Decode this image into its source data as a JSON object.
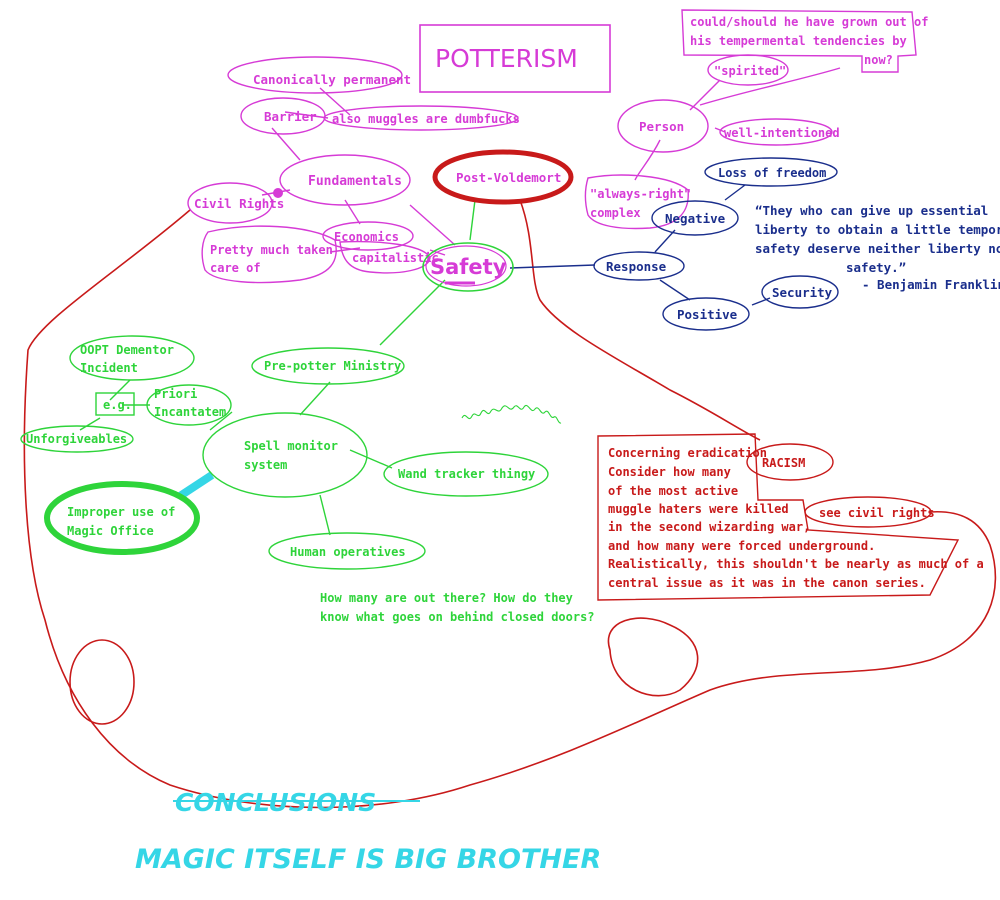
{
  "title": "POTTERISM",
  "colors": {
    "magenta": "#d63bd6",
    "navy": "#1a2e8c",
    "green": "#2ed43a",
    "red": "#c81a1a",
    "cyan": "#35d6e6"
  },
  "nodes": {
    "canonically_permanent": "Canonically permanent",
    "barrier": "Barrier",
    "muggles": "also muggles are dumbfucks",
    "fundamentals": "Fundamentals",
    "civil_rights": "Civil Rights",
    "pretty_much_1": "Pretty much taken",
    "pretty_much_2": "care of",
    "economics": "Economics",
    "capitalistic": "capitalistic",
    "safety": "Safety",
    "post_voldemort": "Post-Voldemort",
    "person": "Person",
    "spirited": "\"spirited\"",
    "well_intentioned": "well-intentioned",
    "always_right_1": "\"always-right\"",
    "always_right_2": "complex",
    "grown_out_1": "could/should he have grown out of",
    "grown_out_2": "his tempermental tendencies by",
    "grown_out_3": "now?",
    "loss_of_freedom": "Loss of freedom",
    "negative": "Negative",
    "response": "Response",
    "positive": "Positive",
    "security": "Security",
    "pre_potter": "Pre-potter Ministry",
    "spell_monitor_1": "Spell monitor",
    "spell_monitor_2": "system",
    "wand_tracker": "Wand tracker thingy",
    "human_operatives": "Human operatives",
    "improper_1": "Improper use of",
    "improper_2": "Magic Office",
    "oopt_1": "OOPT Dementor",
    "oopt_2": "Incident",
    "eg": "e.g.",
    "priori_1": "Priori",
    "priori_2": "Incantatem",
    "unforgiveables": "Unforgiveables",
    "racism": "RACISM",
    "see_civil_rights": "see civil rights"
  },
  "quote": {
    "lines": [
      "“They who can give up essential",
      "liberty to obtain a little temporary",
      "safety deserve neither liberty nor",
      "safety.”"
    ],
    "attribution": "- Benjamin Franklin"
  },
  "notes": {
    "operatives_question": [
      "How many are out there? How do they",
      "know what goes on behind closed doors?"
    ],
    "eradication": [
      "Concerning eradication",
      "Consider how many",
      "of the most active",
      "muggle haters were killed",
      "in the second wizarding war,",
      "and how many were forced underground.",
      "Realistically, this shouldn't be nearly as much of a",
      "central issue as it was in the canon series."
    ]
  },
  "conclusions": {
    "heading": "CONCLUSIONS",
    "text": "MAGIC ITSELF IS BIG BROTHER"
  }
}
